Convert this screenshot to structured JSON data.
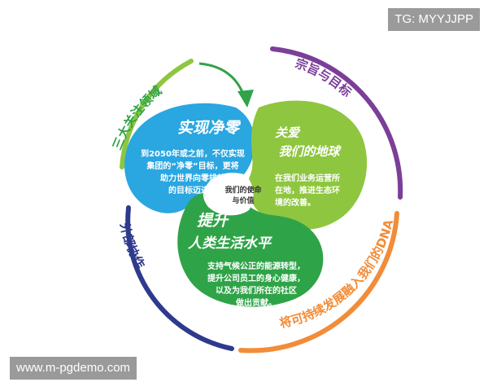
{
  "corner_tags": {
    "top_right": "TG: MYYJJPP",
    "bottom_left": "www.m-pgdemo.com"
  },
  "ring_labels": {
    "top_left": "三大关注领域",
    "top_right": "宗旨与目标",
    "bottom_left": "外部协作",
    "bottom_right": "将可持续发展融入我们的DNA"
  },
  "center": {
    "line1": "我们的使命",
    "line2": "与价值"
  },
  "blobs": {
    "net_zero": {
      "title": "实现净零",
      "desc": [
        "到2050年或之前，不仅实现",
        "集团的“净零”目标，更将",
        "助力世界向零排放",
        "的目标迈进。"
      ]
    },
    "planet": {
      "title_line1": "关爱",
      "title_line2": "我们的地球",
      "desc": [
        "在我们业务运营所",
        "在地，推进生态环",
        "境的改善。"
      ]
    },
    "life": {
      "title_line1": "提升",
      "title_line2": "人类生活水平",
      "desc": [
        "支持气候公正的能源转型，",
        "提升公司员工的身心健康，",
        "以及为我们所在的社区",
        "做出贡献。"
      ]
    }
  },
  "colors": {
    "blue": "#2aa6e0",
    "lime": "#8ec63f",
    "green": "#2fa348",
    "purple": "#7b3f98",
    "navy": "#2e3a8c",
    "orange": "#f28c38",
    "badge": "#9a9a9a"
  }
}
